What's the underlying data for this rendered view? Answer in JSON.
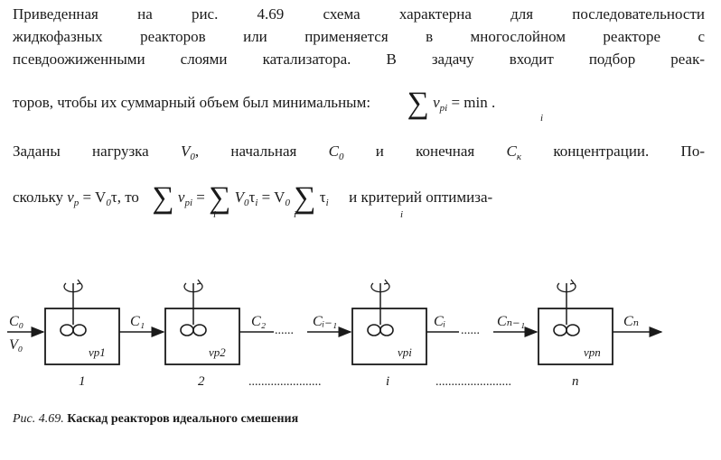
{
  "text": {
    "l1": "Приведенная на рис. 4.69 схема характерна для последовательности",
    "l2": "жидкофазных реакторов или применяется в многослойном реакторе с",
    "l3": "псевдоожиженными слоями катализатора. В задачу входит подбор реак-",
    "l4_pre": "торов, чтобы их суммарный объем был минимальным:",
    "l4_eq": "= min .",
    "l5_a": "Заданы нагрузка",
    "l5_b": ", начальная",
    "l5_c": "и конечная",
    "l5_d": "концентрации. По-",
    "l6_pre": "скольку",
    "l6_mid": ", то",
    "l6_post": "и критерий оптимиза-"
  },
  "math": {
    "sum_sign": "∑",
    "v": "v",
    "p_sub": "p",
    "pi_sub": "pi",
    "i_sub": "i",
    "V": "V",
    "V0_sub": "0",
    "C": "C",
    "Ck_sub": "к",
    "tau": "τ",
    "eq": "=",
    "eq_tau": "= V",
    "tau_i": "τ",
    "tau_i_sub": "i"
  },
  "diagram": {
    "labels": {
      "C0": "C₀",
      "V0": "V₀",
      "C1": "C₁",
      "C2": "C₂",
      "dots1": "......",
      "Ci1": "Cᵢ₋₁",
      "Ci": "Cᵢ",
      "dots2": "......",
      "Cn1": "Cₙ₋₁",
      "Cn": "Cₙ"
    },
    "reactors": [
      {
        "num": "1",
        "vol": "vp1"
      },
      {
        "num": "2",
        "vol": "vp2"
      },
      {
        "num": "i",
        "vol": "vpi"
      },
      {
        "num": "n",
        "vol": "vpn"
      }
    ],
    "underline_dots1": ".......................",
    "underline_dots2": "........................"
  },
  "caption": {
    "prefix": "Рис. 4.69.",
    "title": "Каскад реакторов идеального смешения"
  }
}
